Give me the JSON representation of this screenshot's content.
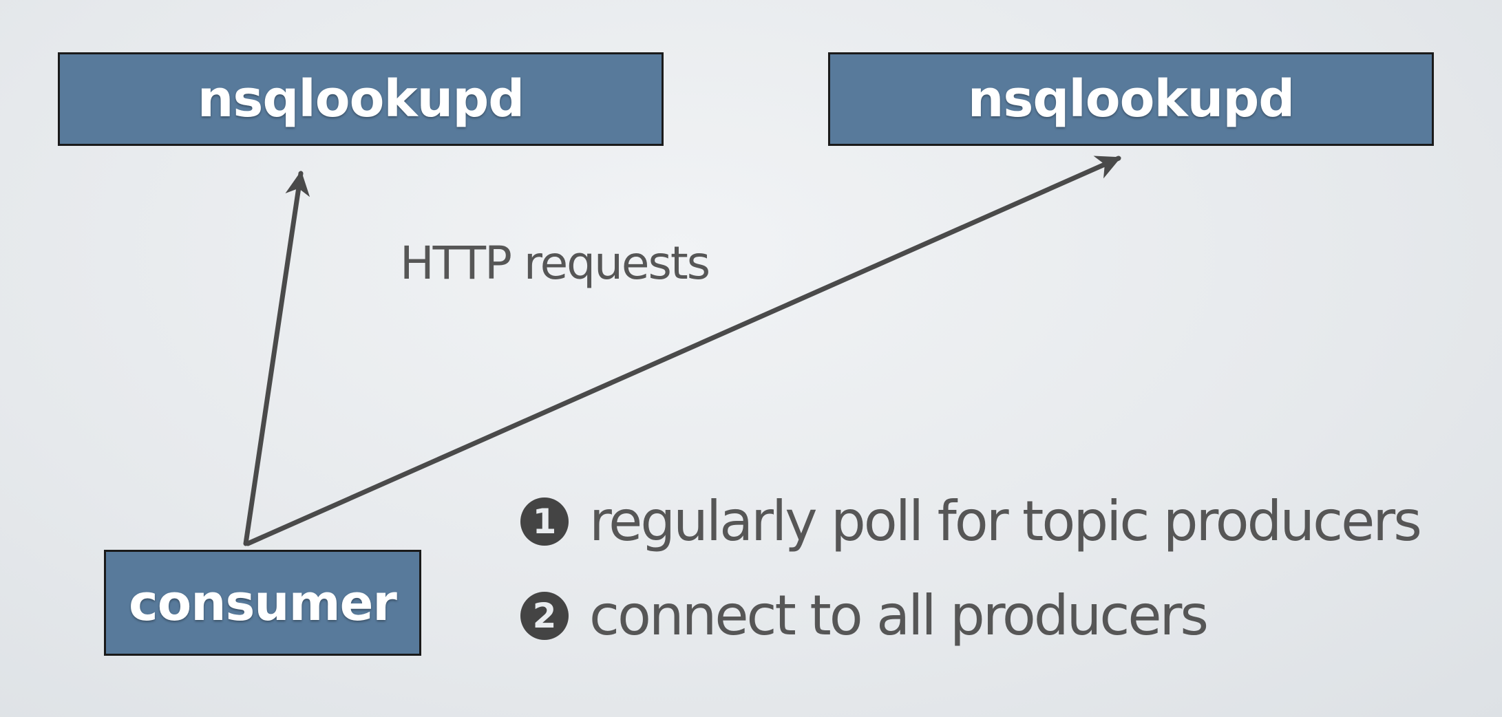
{
  "nodes": {
    "lookup_left": "nsqlookupd",
    "lookup_right": "nsqlookupd",
    "consumer": "consumer"
  },
  "http_label": "HTTP requests",
  "steps": [
    {
      "number": "1",
      "text": "regularly poll for topic producers"
    },
    {
      "number": "2",
      "text": "connect to all producers"
    }
  ],
  "colors": {
    "node_fill": "#587a9b",
    "arrow": "#4a4a4a",
    "text": "#565656"
  }
}
